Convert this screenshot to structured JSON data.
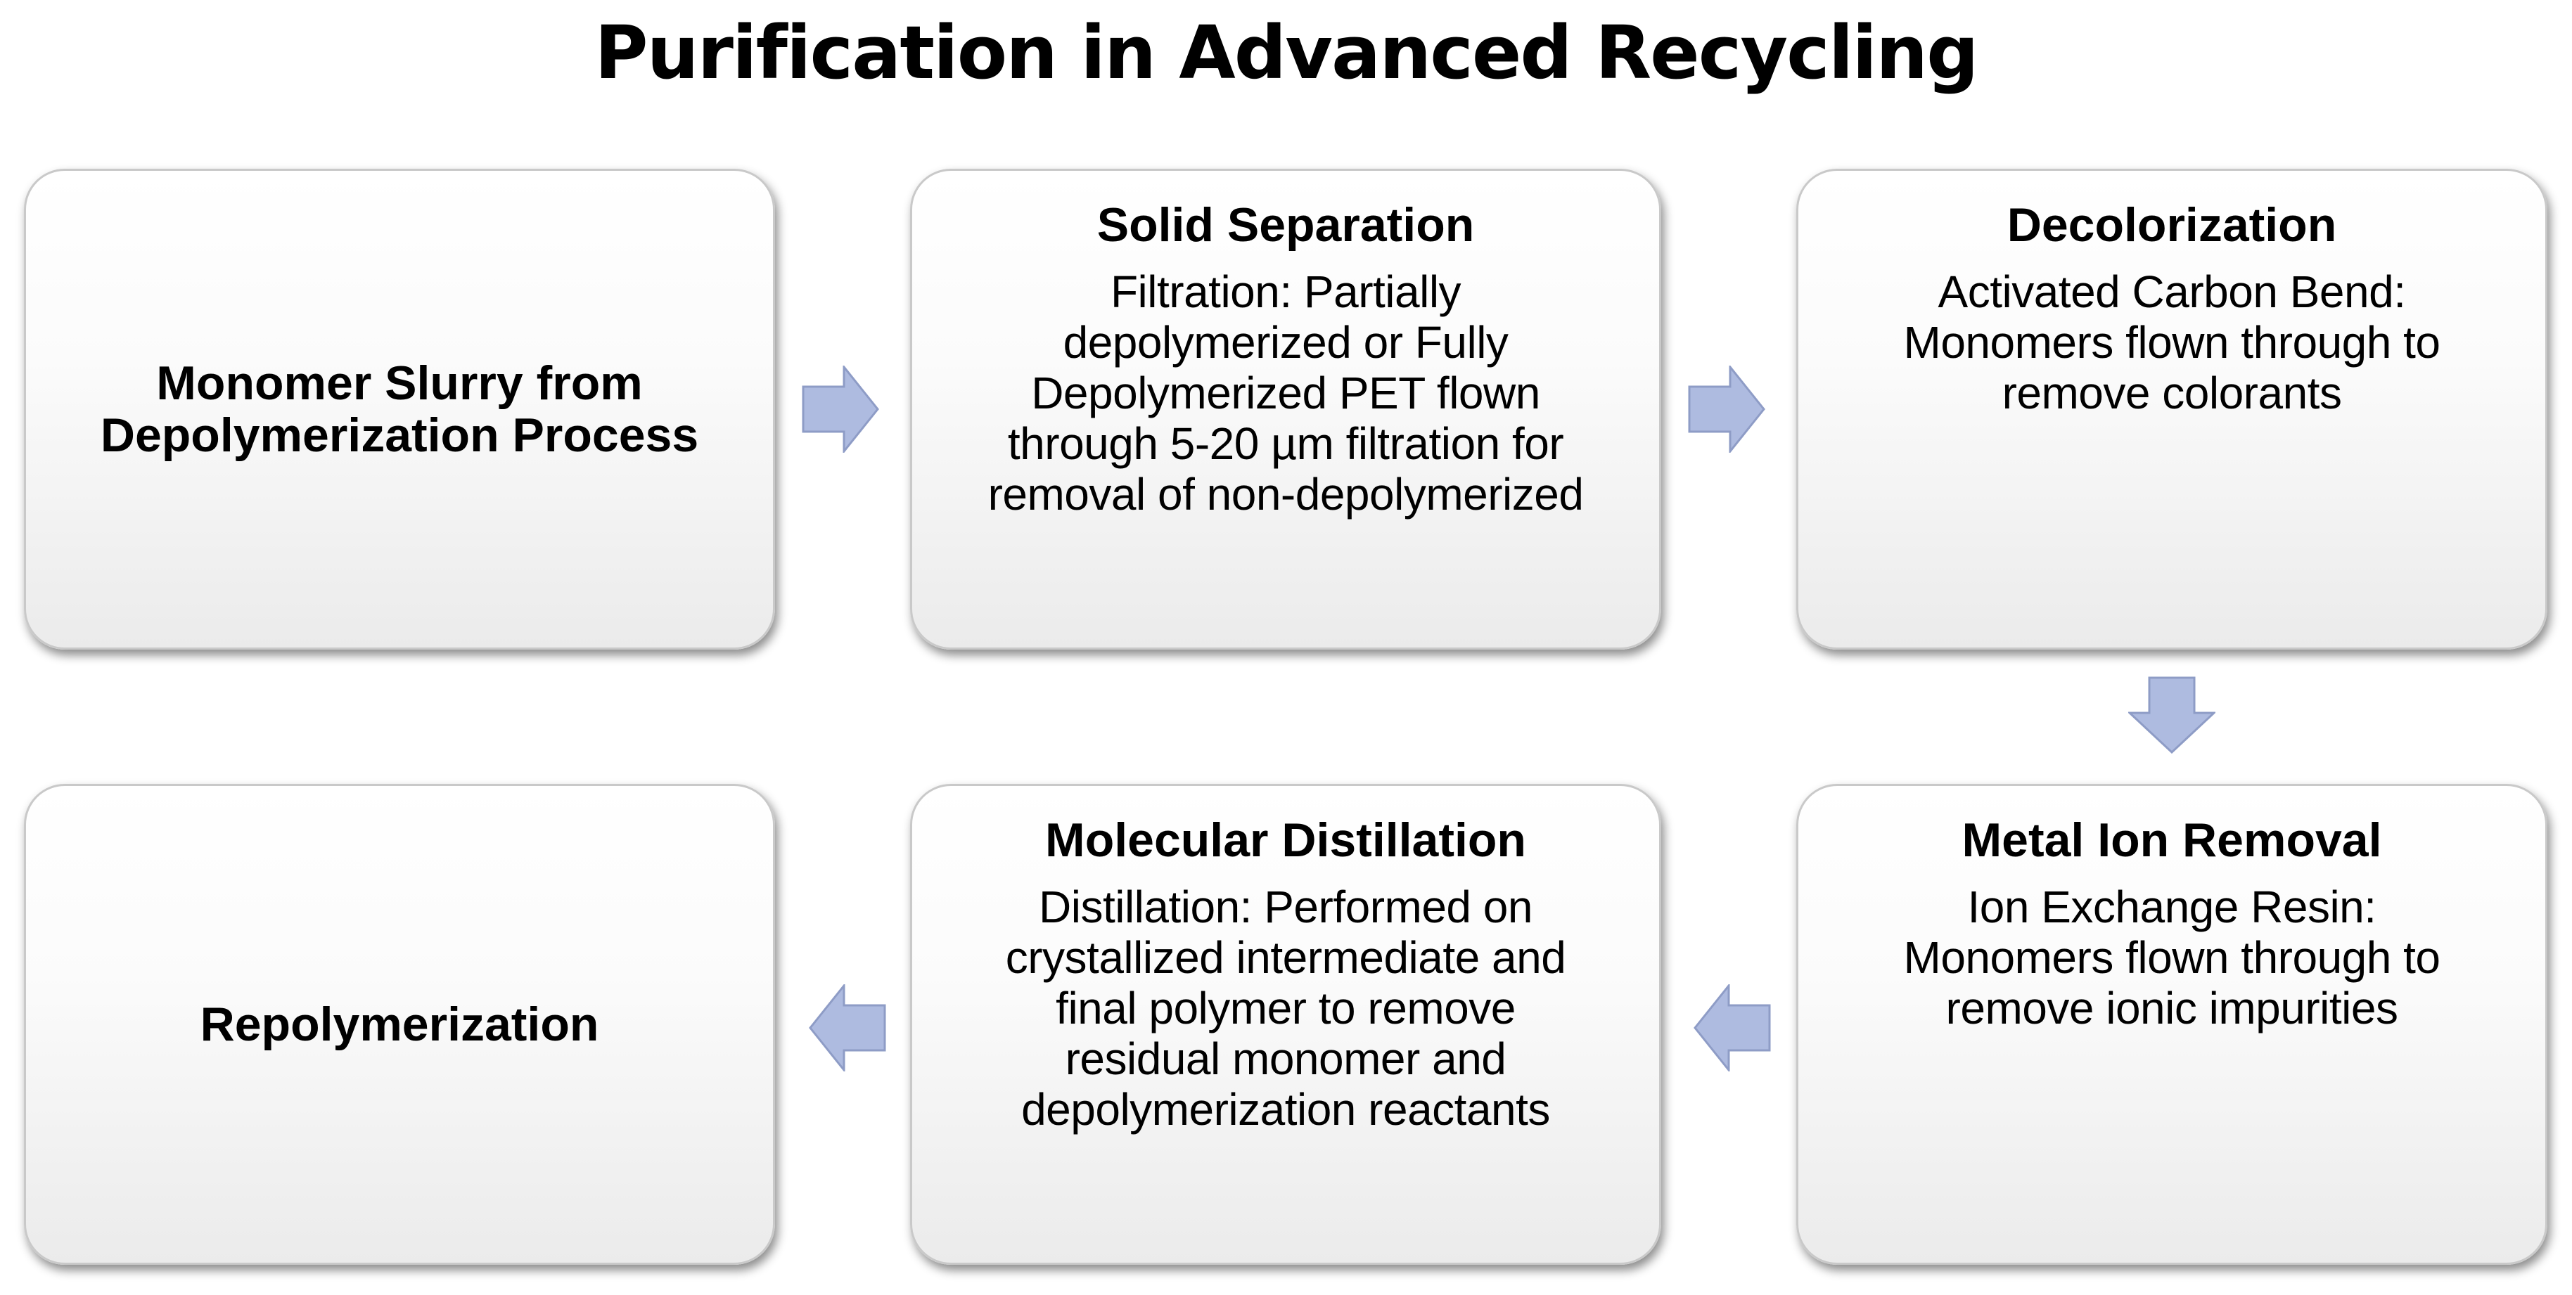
{
  "diagram": {
    "title": "Purification in Advanced Recycling",
    "nodes": [
      {
        "id": "monomer-slurry",
        "title": "Monomer Slurry from\nDepolymerization Process",
        "body": ""
      },
      {
        "id": "solid-separation",
        "title": "Solid Separation",
        "body": "Filtration: Partially\ndepolymerized or Fully\nDepolymerized PET flown\nthrough 5-20 µm filtration for\nremoval of non-depolymerized"
      },
      {
        "id": "decolorization",
        "title": "Decolorization",
        "body": "Activated Carbon Bend:\nMonomers flown through to\nremove colorants"
      },
      {
        "id": "metal-ion-removal",
        "title": "Metal Ion Removal",
        "body": "Ion Exchange Resin:\nMonomers flown through to\nremove ionic impurities"
      },
      {
        "id": "molecular-distillation",
        "title": "Molecular Distillation",
        "body": "Distillation: Performed on\ncrystallized intermediate and\nfinal polymer to remove\nresidual monomer and\ndepolymerization reactants"
      },
      {
        "id": "repolymerization",
        "title": "Repolymerization",
        "body": ""
      }
    ],
    "edges": [
      {
        "from": "monomer-slurry",
        "to": "solid-separation"
      },
      {
        "from": "solid-separation",
        "to": "decolorization"
      },
      {
        "from": "decolorization",
        "to": "metal-ion-removal"
      },
      {
        "from": "metal-ion-removal",
        "to": "molecular-distillation"
      },
      {
        "from": "molecular-distillation",
        "to": "repolymerization"
      }
    ]
  },
  "colors": {
    "arrow_fill": "#aebbe0",
    "arrow_stroke": "#8e9cc6",
    "box_border": "#c9c9c9",
    "text": "#000000"
  }
}
